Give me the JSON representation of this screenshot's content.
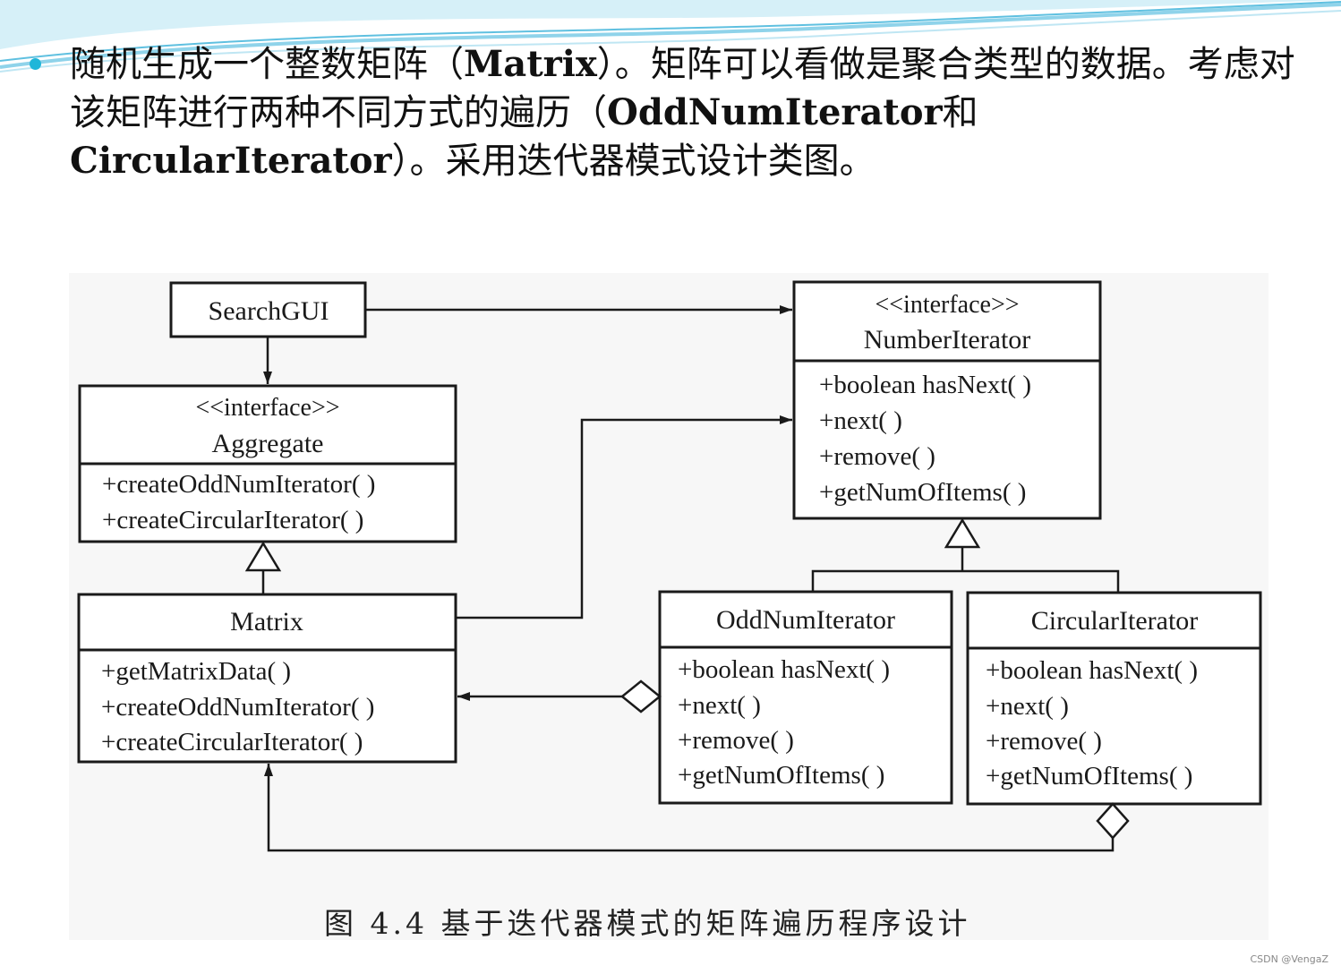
{
  "heading": {
    "segments": [
      {
        "text": "随机生成一个整数矩阵（",
        "bold": false
      },
      {
        "text": "Matrix",
        "bold": true
      },
      {
        "text": "）。矩阵可以看做是聚合类型的数据。考虑对该矩阵进行两种不同方式的遍历（",
        "bold": false
      },
      {
        "text": "OddNumIterator",
        "bold": true
      },
      {
        "text": "和",
        "bold": false
      },
      {
        "text": "CircularIterator",
        "bold": true
      },
      {
        "text": "）。采用迭代器模式设计类图。",
        "bold": false
      }
    ]
  },
  "diagram": {
    "classes": {
      "searchgui": {
        "name": "SearchGUI"
      },
      "aggregate": {
        "stereotype": "<<interface>>",
        "name": "Aggregate",
        "methods": [
          "+createOddNumIterator( )",
          "+createCircularIterator( )"
        ]
      },
      "matrix": {
        "name": "Matrix",
        "methods": [
          "+getMatrixData( )",
          "+createOddNumIterator( )",
          "+createCircularIterator( )"
        ]
      },
      "numberiterator": {
        "stereotype": "<<interface>>",
        "name": "NumberIterator",
        "methods": [
          "+boolean hasNext( )",
          "+next( )",
          "+remove( )",
          "+getNumOfItems( )"
        ]
      },
      "oddnumiterator": {
        "name": "OddNumIterator",
        "methods": [
          "+boolean hasNext( )",
          "+next( )",
          "+remove( )",
          "+getNumOfItems( )"
        ]
      },
      "circulariterator": {
        "name": "CircularIterator",
        "methods": [
          "+boolean hasNext( )",
          "+next( )",
          "+remove( )",
          "+getNumOfItems( )"
        ]
      }
    }
  },
  "caption": "图 4.4   基于迭代器模式的矩阵遍历程序设计",
  "watermark": "CSDN @VengaZ",
  "colors": {
    "bullet": "#1fb6d9",
    "wave": "#8fd3ea",
    "line": "#1a1a1a"
  }
}
